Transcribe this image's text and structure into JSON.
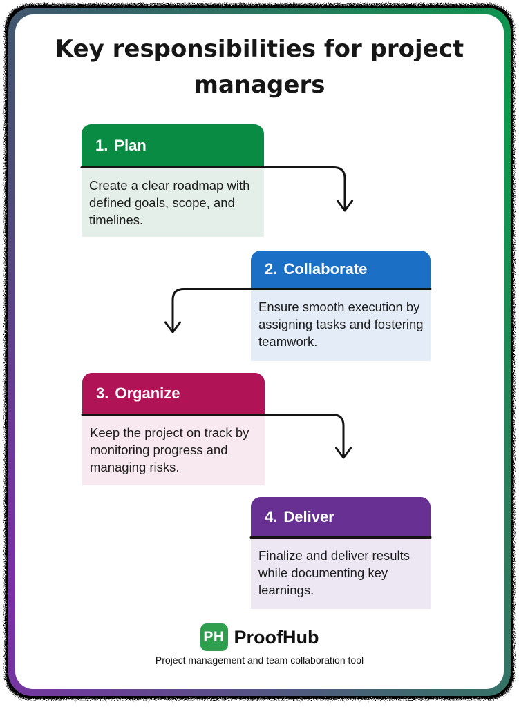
{
  "title": "Key responsibilities for project\nmanagers",
  "steps": [
    {
      "number": "1.",
      "name": "Plan",
      "description": "Create a clear roadmap with\ndefined goals, scope, and\ntimelines.",
      "header_color": "#0a8b43",
      "body_color": "#e4efe9"
    },
    {
      "number": "2.",
      "name": "Collaborate",
      "description": "Ensure smooth execution by\nassigning tasks and fostering\nteamwork.",
      "header_color": "#1b6fc5",
      "body_color": "#e4ecf7"
    },
    {
      "number": "3.",
      "name": "Organize",
      "description": "Keep the project on track by\nmonitoring progress and\nmanaging risks.",
      "header_color": "#b01356",
      "body_color": "#f7e9ef"
    },
    {
      "number": "4.",
      "name": "Deliver",
      "description": "Finalize and deliver results\nwhile documenting key\nlearnings.",
      "header_color": "#683093",
      "body_color": "#ece7f3"
    }
  ],
  "footer": {
    "logo_monogram": "PH",
    "logo_color": "#2f9e4d",
    "brand_name": "ProofHub",
    "tagline": "Project management and team collaboration tool"
  },
  "frame": {
    "corner_colors": {
      "top_left": "#475071",
      "top_right": "#0a9a4c",
      "bottom_right": "#2e7a60",
      "bottom_left": "#7b2fa6"
    },
    "arrow_color": "#141414"
  }
}
